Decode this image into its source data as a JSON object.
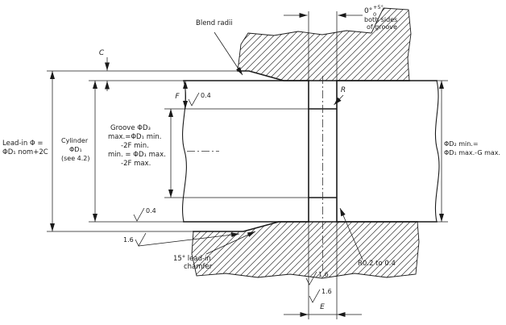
{
  "drawing_type": "seal-groove-section-diagram",
  "colors": {
    "ink": "#1a1a1a",
    "background": "#ffffff"
  },
  "icons": {
    "surface_finish_symbol": "check-mark (roughness tick)"
  },
  "labels": {
    "blend_radii": "Blend radii",
    "angle_note": {
      "base": "0°",
      "plus": "+5°",
      "minus": "0",
      "line2": "both sides",
      "line3": "of groove"
    },
    "c": "C",
    "f": "F",
    "r": "R",
    "e": "E",
    "lead_in": [
      "Lead-in Φ =",
      "ΦD₁ nom+2C"
    ],
    "cylinder": [
      "Cylinder",
      "ΦD₁",
      "(see 4.2)"
    ],
    "groove_d3": [
      "Groove ΦD₃",
      "max.=ΦD₁ min.",
      "-2F min.",
      "min. = ΦD₁ max.",
      "-2F max."
    ],
    "d2": [
      "ΦD₂ min.=",
      "ΦD₁ max.-G max."
    ],
    "radius_value": "R0.2 to 0.4",
    "chamfer": [
      "15° lead-in",
      "chamfer"
    ],
    "surface_finish": {
      "groove_bottom": "0.4",
      "bore": "0.4",
      "lead_in_chamfer": "1.6",
      "groove_side_a": "1.6",
      "groove_side_b": "1.6"
    }
  }
}
